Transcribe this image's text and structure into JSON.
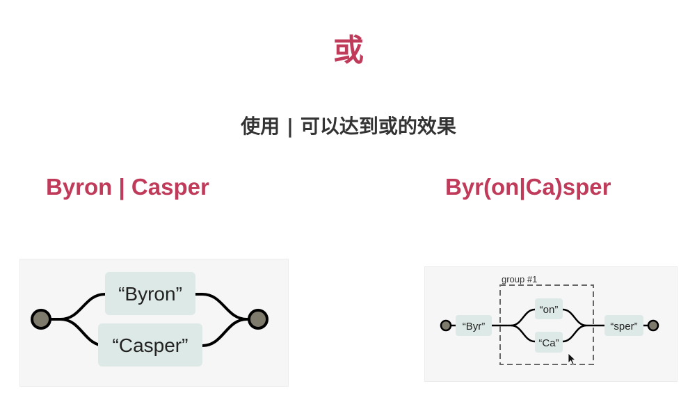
{
  "heading": "或",
  "subtitle": "使用 | 可以达到或的效果",
  "example1": {
    "label": "Byron | Casper",
    "diagram": {
      "opt1": "“Byron”",
      "opt2": "“Casper”"
    }
  },
  "example2": {
    "label": "Byr(on|Ca)sper",
    "diagram": {
      "group_label": "group #1",
      "start": "“Byr”",
      "opt1": "“on”",
      "opt2": "“Ca”",
      "end": "“sper”"
    }
  },
  "colors": {
    "accent": "#c03a5a",
    "box": "#dde9e6",
    "node": "#7e7a6c"
  }
}
